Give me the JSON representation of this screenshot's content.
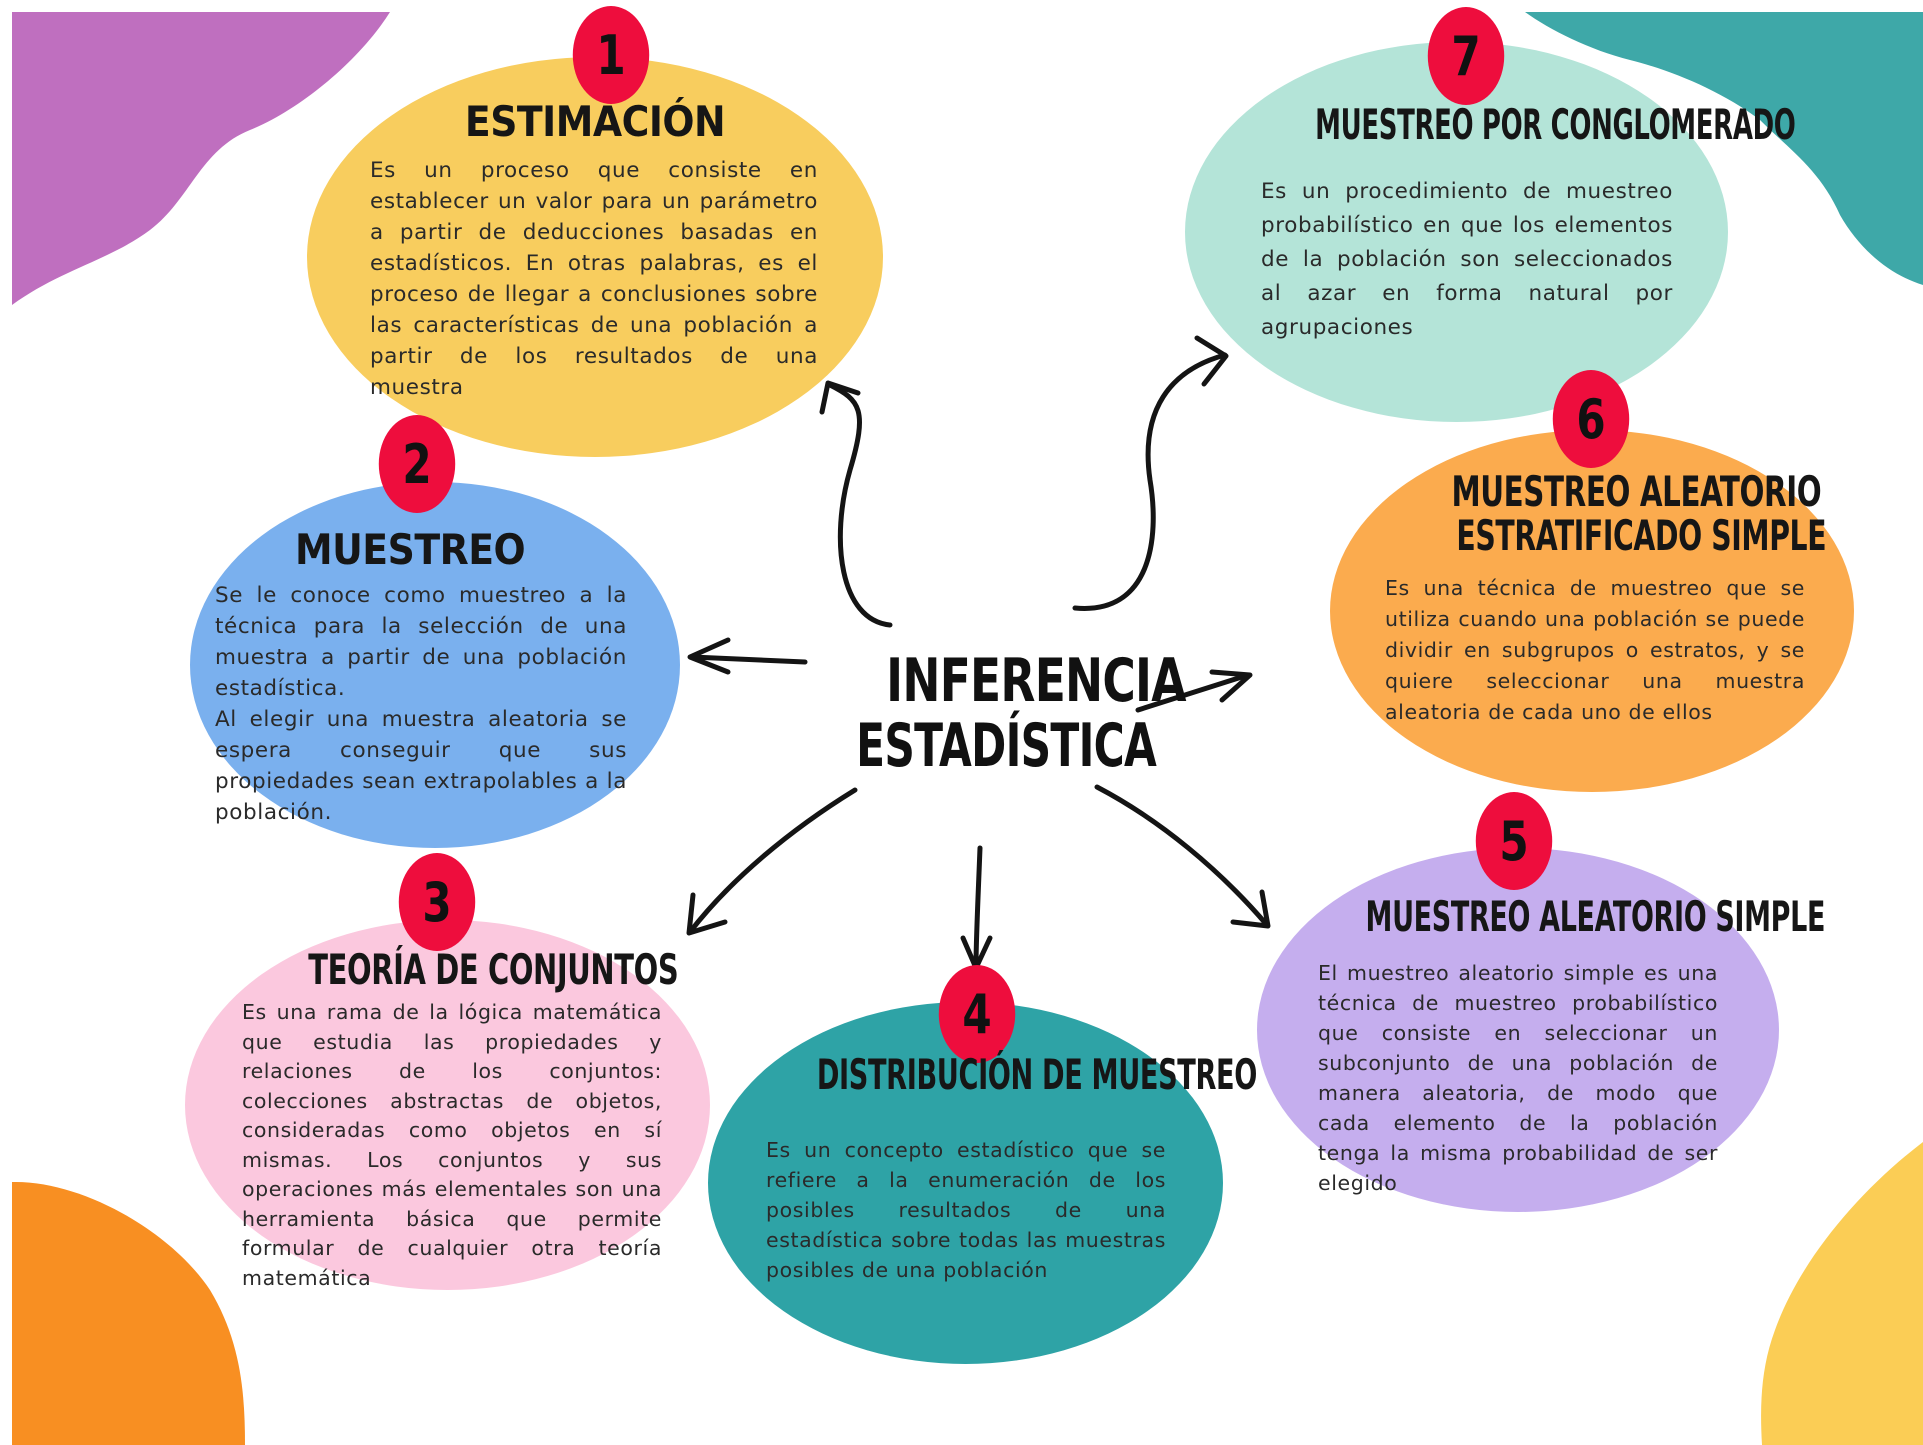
{
  "colors": {
    "estimacion": "#f8cd5e",
    "muestreo": "#7ab0ee",
    "teoria": "#fbc8de",
    "distribucion": "#2ea3a6",
    "aleatorio_simple": "#c5aeee",
    "estratificado": "#fbab4e",
    "conglomerado": "#b4e4d8",
    "number_badge": "#ee0d3d",
    "blob_purple": "#bf6fbf",
    "blob_teal": "#3ea8a8",
    "blob_orange": "#f88f22",
    "blob_yellow": "#fbcd55"
  },
  "center": {
    "line1": "INFERENCIA",
    "line2": "ESTADÍSTICA"
  },
  "nodes": [
    {
      "number": "1",
      "title": "ESTIMACIÓN",
      "text": "Es un proceso que consiste en establecer un valor para un parámetro a partir de deducciones basadas en estadísticos. En otras palabras, es el proceso de llegar a conclusiones sobre las características de una población a partir de los resultados de una muestra"
    },
    {
      "number": "2",
      "title": "MUESTREO",
      "text": "Se le conoce como muestreo a la técnica para la selección de una muestra a partir de una población estadística.",
      "text2": "Al elegir una muestra aleatoria se espera conseguir que sus propiedades sean extrapolables a la población."
    },
    {
      "number": "3",
      "title": "TEORÍA DE CONJUNTOS",
      "text": "Es una rama de la lógica matemática que estudia las propiedades y relaciones de los conjuntos: colecciones abstractas de objetos, consideradas como objetos en sí mismas. Los conjuntos y sus operaciones más elementales son una herramienta básica que permite formular de cualquier otra teoría matemática"
    },
    {
      "number": "4",
      "title": "DISTRIBUCIÓN DE MUESTREO",
      "text": "Es un concepto estadístico que se refiere a la enumeración de los posibles resultados de una estadística sobre todas las muestras posibles de una población"
    },
    {
      "number": "5",
      "title": "MUESTREO ALEATORIO SIMPLE",
      "text": "El muestreo aleatorio simple es una técnica de muestreo probabilístico que consiste en seleccionar un subconjunto de una población de manera aleatoria, de modo que cada elemento de la población tenga la misma probabilidad de ser elegido"
    },
    {
      "number": "6",
      "title": "MUESTREO ALEATORIO",
      "title2": "ESTRATIFICADO SIMPLE",
      "text": "Es una técnica de muestreo que se utiliza cuando una población se puede dividir en subgrupos o estratos, y se quiere seleccionar una muestra aleatoria de cada uno de ellos"
    },
    {
      "number": "7",
      "title": "MUESTREO POR CONGLOMERADO",
      "text": "Es un procedimiento de muestreo probabilístico en que los elementos de la población son seleccionados al azar en forma natural por agrupaciones"
    }
  ]
}
